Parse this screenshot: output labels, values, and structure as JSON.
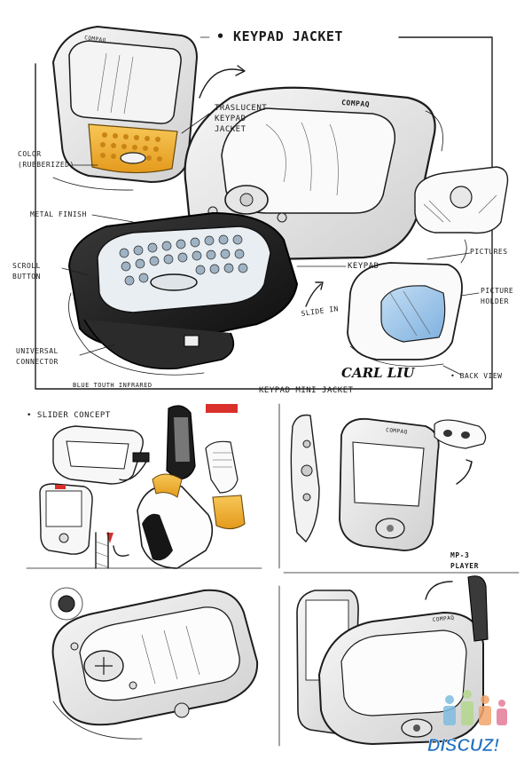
{
  "top_section": {
    "title": "• KEYPAD JACKET",
    "labels": {
      "translucent_keypad_jacket": [
        "TRASLUCENT",
        "KEYPAD",
        "JACKET"
      ],
      "color_rubberized": [
        "COLOR",
        "(RUBBERIZED)"
      ],
      "metal_finish": "METAL FINISH",
      "scroll_button": [
        "SCROLL",
        "BUTTON"
      ],
      "universal_connector": [
        "UNIVERSAL",
        "CONNECTOR"
      ],
      "blue_tooth": "BLUE TOUTH INFRARED",
      "keypad": "KEYPAD",
      "slide_in": "SLIDE IN",
      "pictures": "PICTURES",
      "picture_holder": [
        "PICTURE",
        "HOLDER"
      ],
      "back_view": "• BACK VIEW",
      "keypad_mini": "KEYPAD MINI JACKET",
      "device_brand": "COMPAQ",
      "device_brand_small": "COMPAQ"
    },
    "signature": "CARL LIU"
  },
  "bottom_section": {
    "slider_concept": "• SLIDER CONCEPT",
    "mp3_player": [
      "MP-3",
      "PLAYER"
    ]
  },
  "watermark": {
    "text": "DISCUZ!"
  },
  "colors": {
    "orange_keypad": "#f2b53a",
    "blue_screen": "#9fc6ea",
    "red_tag": "#d9302c"
  }
}
